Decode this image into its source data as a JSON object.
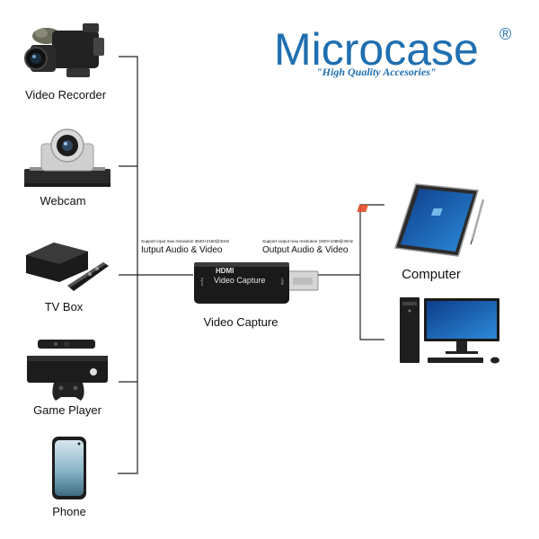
{
  "brand": {
    "name": "Microcase",
    "registered_mark": "®",
    "tagline": "\"High Quality Accesories\"",
    "color": "#1f6fb0"
  },
  "inputs": [
    {
      "label": "Video Recorder",
      "icon": "video-recorder-icon"
    },
    {
      "label": "Webcam",
      "icon": "webcam-icon"
    },
    {
      "label": "TV Box",
      "icon": "tv-box-icon"
    },
    {
      "label": "Game Player",
      "icon": "game-console-icon"
    },
    {
      "label": "Phone",
      "icon": "phone-icon"
    }
  ],
  "device": {
    "label": "Video Capture",
    "body_logo": "HDMI",
    "body_text": "Video Capture",
    "in_port": "Input",
    "out_port": "USB",
    "input_spec": "Support input max resolution 3840×2160@30Hz",
    "input_caption": "Iutput Audio & Video",
    "output_spec": "Support output max resolution 1920×1080@30Hz",
    "output_caption": "Output Audio & Video"
  },
  "outputs": [
    {
      "label": "Computer",
      "icon": "tablet-icon"
    },
    {
      "label": "",
      "icon": "desktop-pc-icon"
    }
  ]
}
